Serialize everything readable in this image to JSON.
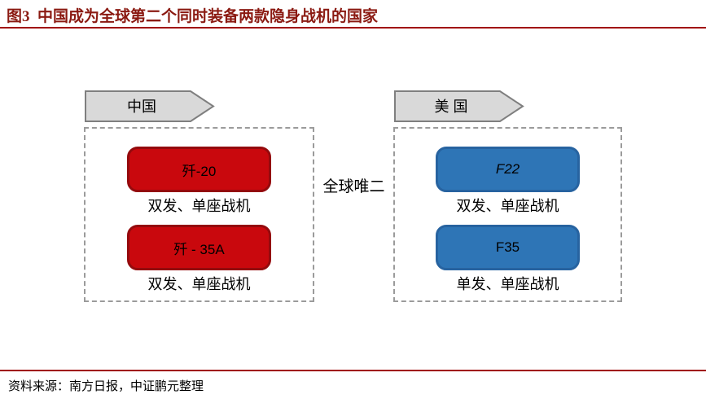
{
  "figure": {
    "title": "图3  中国成为全球第二个同时装备两款隐身战机的国家",
    "source": "资料来源：南方日报，中证鹏元整理"
  },
  "diagram": {
    "center_label": "全球唯二",
    "groups": [
      {
        "country": "中国",
        "accent_color": "#C9080D",
        "items": [
          {
            "name": "歼-20",
            "desc": "双发、单座战机"
          },
          {
            "name": "歼 - 35A",
            "desc": "双发、单座战机"
          }
        ]
      },
      {
        "country": "美 国",
        "accent_color": "#2E75B6",
        "items": [
          {
            "name": "F22",
            "desc": "双发、单座战机"
          },
          {
            "name": "F35",
            "desc": "单发、单座战机"
          }
        ]
      }
    ]
  },
  "colors": {
    "title_text": "#8B1A12",
    "rule": "#A00000",
    "red_fill": "#C9080D",
    "red_border": "#940A0D",
    "blue_fill": "#2E75B6",
    "blue_border": "#2763A0",
    "tab_fill": "#D9D9D9",
    "tab_border": "#7F7F7F",
    "panel_dash": "#9B9B9B"
  }
}
